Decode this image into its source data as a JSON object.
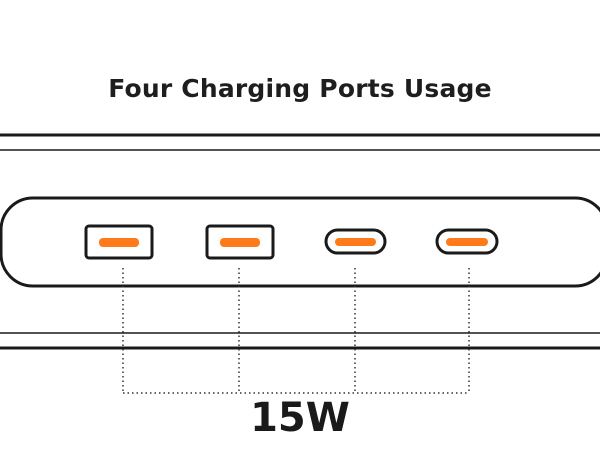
{
  "title": "Four Charging Ports Usage",
  "wattage_label": "15W",
  "ports": [
    {
      "type": "usb-a"
    },
    {
      "type": "usb-a"
    },
    {
      "type": "usb-c"
    },
    {
      "type": "usb-c"
    }
  ],
  "colors": {
    "outline": "#1a1a1a",
    "port_accent": "#ff7a1a",
    "connector_dots": "#333333"
  }
}
